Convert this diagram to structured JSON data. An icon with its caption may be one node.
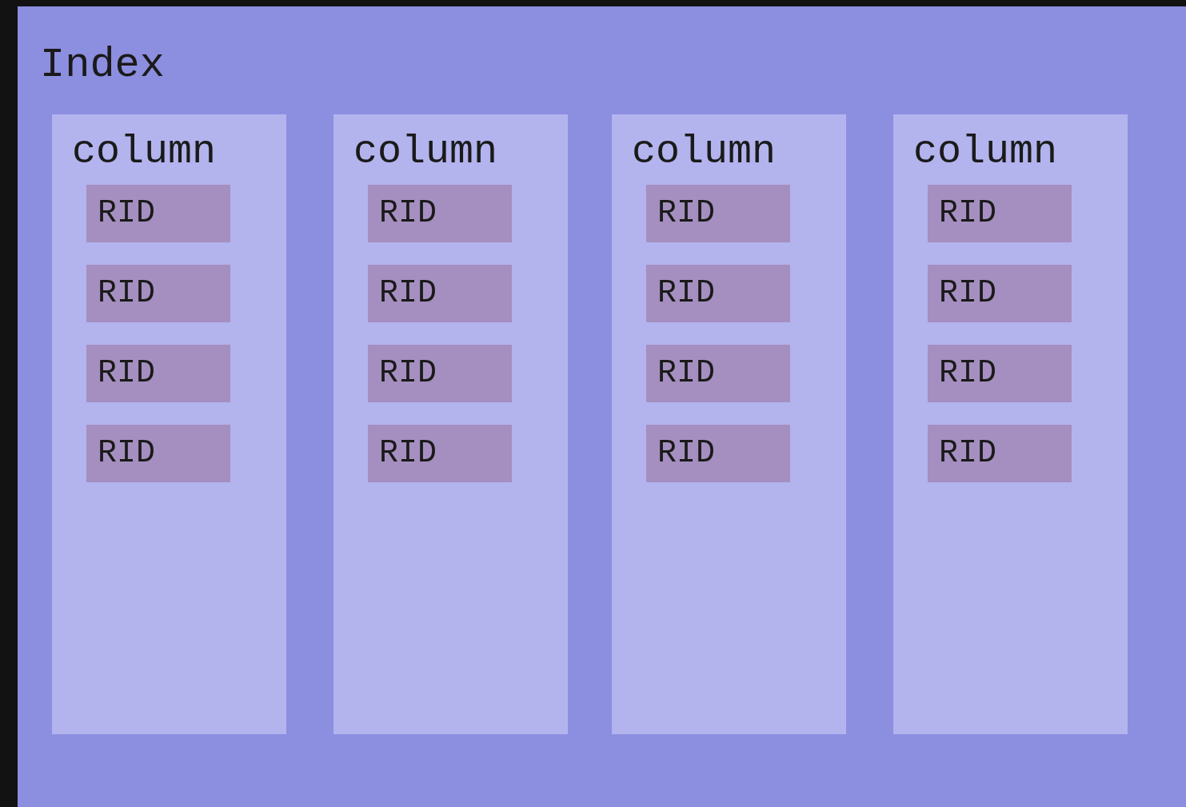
{
  "diagram": {
    "nodes": [
      {
        "text": [
          "Index"
        ]
      },
      {
        "text": [
          "column"
        ],
        "in": 0
      },
      {
        "text": [
          "RID"
        ],
        "in": 1
      },
      {
        "text": [
          "RID"
        ],
        "in": 1
      },
      {
        "text": [
          "RID"
        ],
        "in": 1
      },
      {
        "text": [
          "RID"
        ],
        "in": 1
      },
      {
        "text": [
          "column"
        ],
        "in": 0
      },
      {
        "text": [
          "RID"
        ],
        "in": 6
      },
      {
        "text": [
          "RID"
        ],
        "in": 6
      },
      {
        "text": [
          "RID"
        ],
        "in": 6
      },
      {
        "text": [
          "RID"
        ],
        "in": 6
      },
      {
        "text": [
          "column"
        ],
        "in": 0
      },
      {
        "text": [
          "RID"
        ],
        "in": 11
      },
      {
        "text": [
          "RID"
        ],
        "in": 11
      },
      {
        "text": [
          "RID"
        ],
        "in": 11
      },
      {
        "text": [
          "RID"
        ],
        "in": 11
      },
      {
        "text": [
          "column"
        ],
        "in": 0
      },
      {
        "text": [
          "RID"
        ],
        "in": 16
      },
      {
        "text": [
          "RID"
        ],
        "in": 16
      },
      {
        "text": [
          "RID"
        ],
        "in": 16
      },
      {
        "text": [
          "RID"
        ],
        "in": 16
      }
    ],
    "edges": []
  }
}
